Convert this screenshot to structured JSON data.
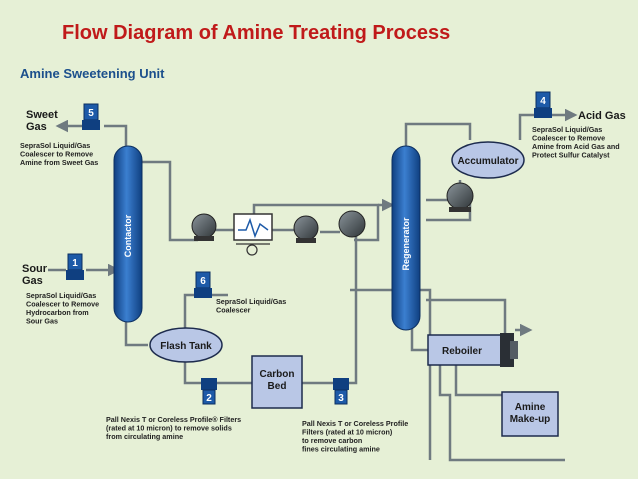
{
  "title": "Flow Diagram of Amine Treating Process",
  "unit_title": "Amine Sweetening Unit",
  "streams": {
    "sweet_gas": "Sweet\nGas",
    "sour_gas": "Sour\nGas",
    "acid_gas": "Acid Gas"
  },
  "equipment": {
    "contactor": "Contactor",
    "regenerator": "Regenerator",
    "accumulator": "Accumulator",
    "flash_tank": "Flash Tank",
    "carbon_bed": "Carbon\nBed",
    "reboiler": "Reboiler",
    "amine_makeup": "Amine\nMake-up"
  },
  "markers": [
    {
      "num": "1",
      "note": "SepraSol Liquid/Gas\nCoalescer to Remove\nHydrocarbon from\nSour Gas"
    },
    {
      "num": "2",
      "note": "Pall Nexis T or Coreless Profile® Filters\n(rated at 10 micron) to remove solids\nfrom circulating amine"
    },
    {
      "num": "3",
      "note": "Pall Nexis T or Coreless Profile\nFilters (rated at 10 micron)\nto remove carbon\nfines circulating amine"
    },
    {
      "num": "4",
      "note": "SepraSol Liquid/Gas\nCoalescer to Remove\nAmine from Acid Gas and\nProtect Sulfur Catalyst"
    },
    {
      "num": "5",
      "note": "SepraSol Liquid/Gas\nCoalescer to Remove\nAmine from Sweet Gas"
    },
    {
      "num": "6",
      "note": "SepraSol Liquid/Gas\nCoalescer"
    }
  ],
  "colors": {
    "background": "#e6f0d6",
    "title": "#c01a1a",
    "vessel": "#1d5aa8",
    "box": "#b9c7e6",
    "pipe": "#6f7a80"
  }
}
